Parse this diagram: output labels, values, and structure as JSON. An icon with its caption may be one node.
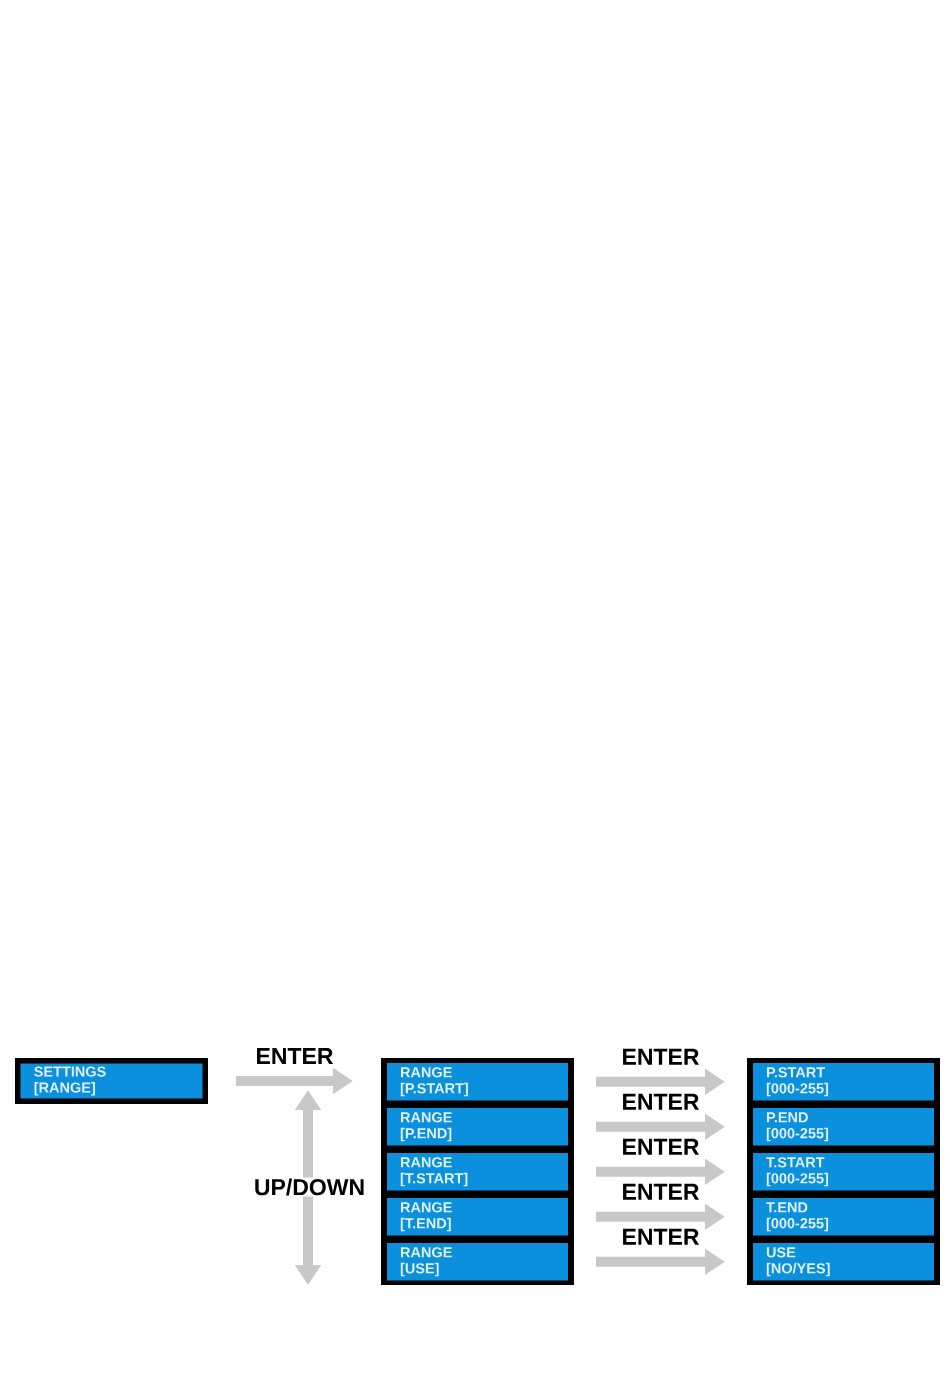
{
  "diagram": {
    "nodes": [
      {
        "text": [
          "SETTINGS",
          "[RANGE]"
        ]
      },
      {
        "text": [],
        "shape": "box"
      },
      {
        "text": [
          "RANGE",
          "[P.START]"
        ],
        "in": 1
      },
      {
        "text": [
          "RANGE",
          "[P.END]"
        ],
        "in": 1
      },
      {
        "text": [
          "RANGE",
          "[T.START]"
        ],
        "in": 1
      },
      {
        "text": [
          "RANGE",
          "[T.END]"
        ],
        "in": 1
      },
      {
        "text": [
          "RANGE",
          "[USE]"
        ],
        "in": 1
      },
      {
        "text": [],
        "shape": "box"
      },
      {
        "text": [
          "P.START",
          "[000-255]"
        ],
        "in": 7
      },
      {
        "text": [
          "P.END",
          "[000-255]"
        ],
        "in": 7
      },
      {
        "text": [
          "T.START",
          "[000-255]"
        ],
        "in": 7
      },
      {
        "text": [
          "T.END",
          "[000-255]"
        ],
        "in": 7
      },
      {
        "text": [
          "USE",
          "[NO/YES]"
        ],
        "in": 7
      }
    ],
    "edges": [
      {
        "from": 0,
        "to": 1,
        "arrow": "to",
        "label": "ENTER"
      },
      {
        "from": 2,
        "to": 8,
        "arrow": "to",
        "label": "ENTER"
      },
      {
        "from": 3,
        "to": 9,
        "arrow": "to",
        "label": "ENTER"
      },
      {
        "from": 4,
        "to": 10,
        "arrow": "to",
        "label": "ENTER"
      },
      {
        "from": 5,
        "to": 11,
        "arrow": "to",
        "label": "ENTER"
      },
      {
        "from": 6,
        "to": 12,
        "arrow": "to",
        "label": "ENTER"
      }
    ],
    "labels": [
      "UP/DOWN"
    ]
  }
}
